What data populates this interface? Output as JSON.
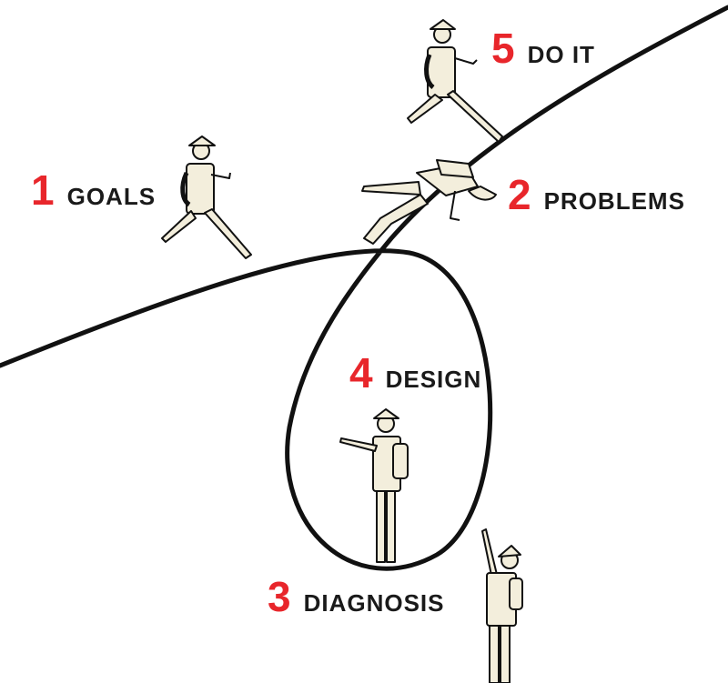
{
  "colors": {
    "accent": "#e8262b",
    "text": "#1a1a1a",
    "figure": "#f3eedc",
    "line": "#111111"
  },
  "steps": [
    {
      "number": "1",
      "label": "GOALS"
    },
    {
      "number": "2",
      "label": "PROBLEMS"
    },
    {
      "number": "3",
      "label": "DIAGNOSIS"
    },
    {
      "number": "4",
      "label": "DESIGN"
    },
    {
      "number": "5",
      "label": "DO IT"
    }
  ]
}
